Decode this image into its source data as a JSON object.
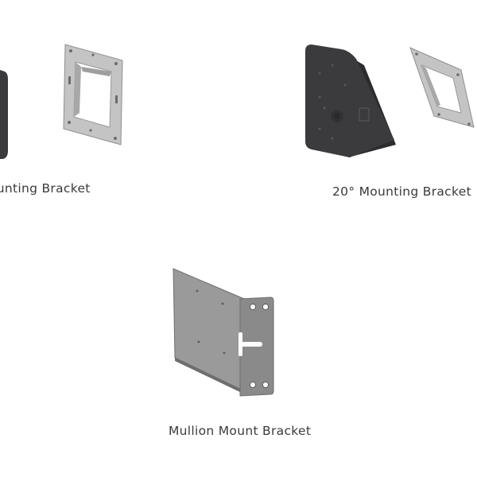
{
  "products": {
    "flat": {
      "caption": "ounting Bracket"
    },
    "angled": {
      "caption": "20° Mounting Bracket"
    },
    "mullion": {
      "caption": "Mullion Mount Bracket"
    }
  },
  "colors": {
    "dark_housing": "#3b3b3d",
    "dark_housing_side": "#2c2c2e",
    "steel_plate": "#b4b4b4",
    "steel_plate_edge": "#8f8f8f",
    "mullion_plate": "#9a9a9a",
    "mullion_plate_edge": "#6e6e6e",
    "mullion_dark": "#7a7a7a",
    "caption_text": "#3a3a3a"
  }
}
